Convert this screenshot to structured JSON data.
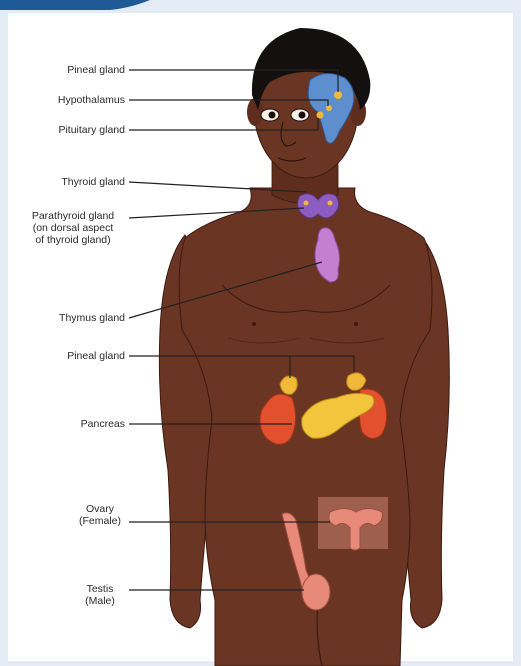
{
  "diagram": {
    "labels": {
      "pineal_top": "Pineal gland",
      "hypothalamus": "Hypothalamus",
      "pituitary": "Pituitary gland",
      "thyroid": "Thyroid gland",
      "parathyroid_line1": "Parathyroid gland",
      "parathyroid_line2": "(on dorsal aspect",
      "parathyroid_line3": "of thyroid gland)",
      "thymus": "Thymus gland",
      "pineal_adrenal": "Pineal gland",
      "pancreas": "Pancreas",
      "ovary_line1": "Ovary",
      "ovary_line2": "(Female)",
      "testis_line1": "Testis",
      "testis_line2": "(Male)"
    },
    "colors": {
      "background": "#e3ecf4",
      "panel": "#ffffff",
      "header_accent": "#1d5a96",
      "skin": "#6b3524",
      "hair": "#141010",
      "brain_gland": "#5d8fcf",
      "thyroid": "#8d5cc1",
      "thymus": "#c47fd0",
      "adrenal": "#f0b93a",
      "kidney": "#e2502e",
      "pancreas": "#f3c53c",
      "reproductive": "#e88a7a",
      "leader_line": "#222222"
    }
  }
}
